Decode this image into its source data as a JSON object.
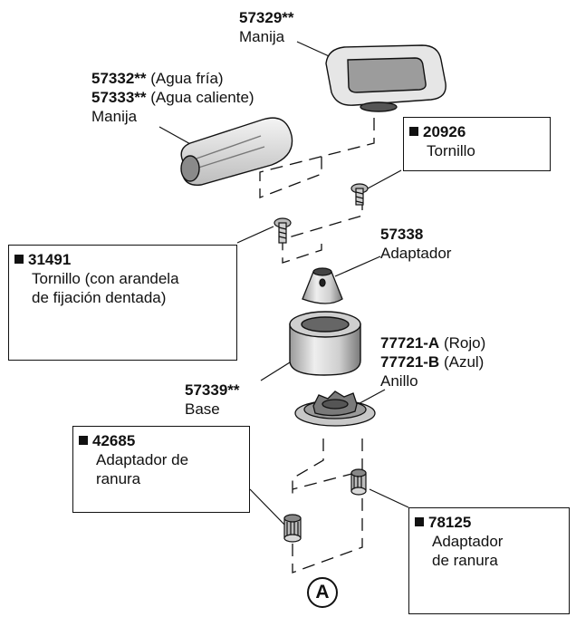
{
  "parts": {
    "handle_square": {
      "number": "57329**",
      "name": "Manija"
    },
    "handle_lever": {
      "number_cold": "57332**",
      "desc_cold": "(Agua fría)",
      "number_hot": "57333**",
      "desc_hot": "(Agua caliente)",
      "name": "Manija"
    },
    "screw_20926": {
      "number": "20926",
      "name": "Tornillo"
    },
    "screw_31491": {
      "number": "31491",
      "name_line1": "Tornillo (con arandela",
      "name_line2": "de fijación dentada)"
    },
    "adapter_57338": {
      "number": "57338",
      "name": "Adaptador"
    },
    "ring": {
      "number_red": "77721-A",
      "desc_red": "(Rojo)",
      "number_blue": "77721-B",
      "desc_blue": "(Azul)",
      "name": "Anillo"
    },
    "base_57339": {
      "number": "57339**",
      "name": "Base"
    },
    "adapter_42685": {
      "number": "42685",
      "name_line1": "Adaptador de",
      "name_line2": "ranura"
    },
    "adapter_78125": {
      "number": "78125",
      "name_line1": "Adaptador",
      "name_line2": "de ranura"
    }
  },
  "callout": {
    "label": "A"
  }
}
